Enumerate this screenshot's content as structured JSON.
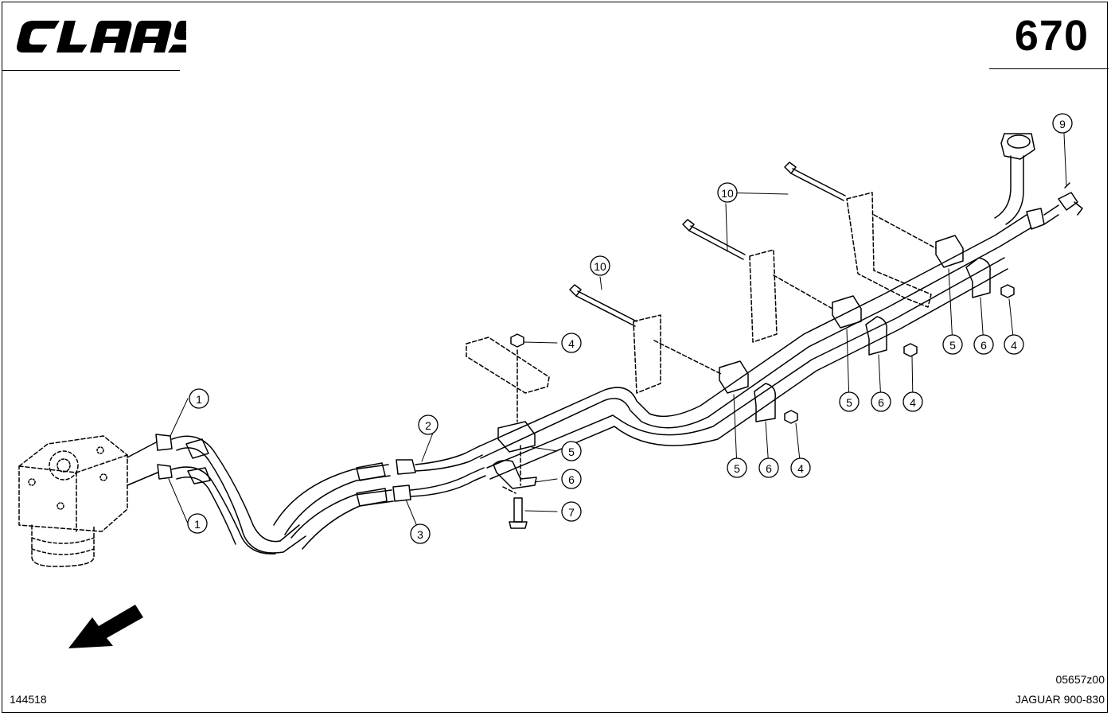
{
  "header": {
    "brand": "CLAAS",
    "page_number": "670"
  },
  "footer": {
    "drawing_id": "144518",
    "ref_code": "05657z00",
    "model": "JAGUAR 900-830"
  },
  "callouts": [
    {
      "label": "1"
    },
    {
      "label": "1"
    },
    {
      "label": "2"
    },
    {
      "label": "3"
    },
    {
      "label": "4"
    },
    {
      "label": "5"
    },
    {
      "label": "6"
    },
    {
      "label": "7"
    },
    {
      "label": "10"
    },
    {
      "label": "5"
    },
    {
      "label": "6"
    },
    {
      "label": "4"
    },
    {
      "label": "10"
    },
    {
      "label": "5"
    },
    {
      "label": "6"
    },
    {
      "label": "4"
    },
    {
      "label": "5"
    },
    {
      "label": "6"
    },
    {
      "label": "4"
    },
    {
      "label": "9"
    }
  ],
  "colors": {
    "ink": "#000000",
    "paper": "#ffffff"
  }
}
